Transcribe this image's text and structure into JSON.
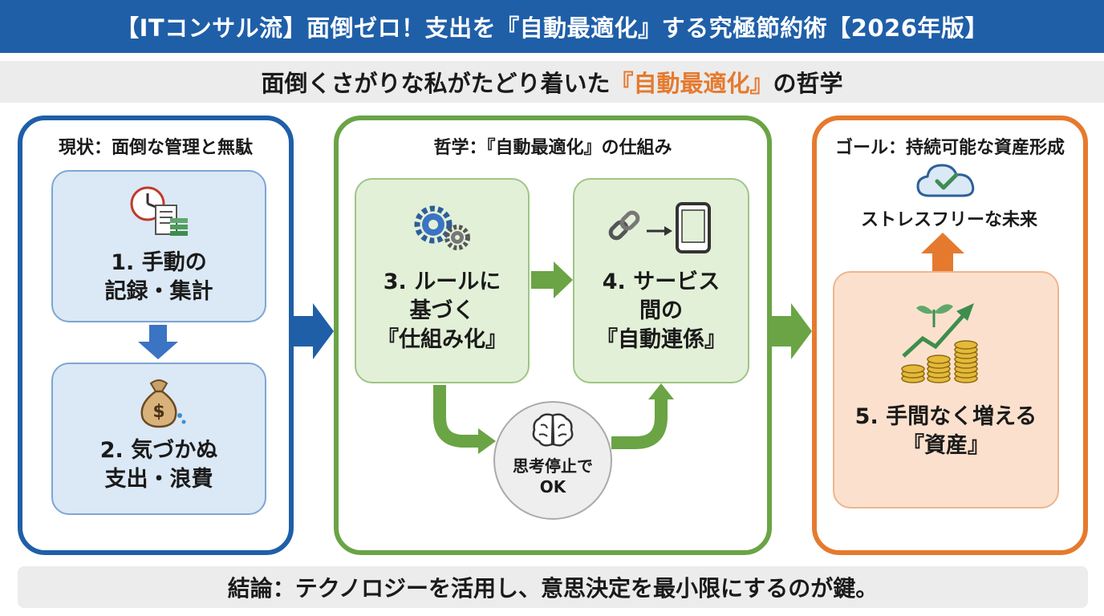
{
  "title": "【ITコンサル流】面倒ゼロ！支出を『自動最適化』する究極節約術【2026年版】",
  "subtitle": {
    "before": "面倒くさがりな私がたどり着いた",
    "highlight": "『自動最適化』",
    "after": "の哲学"
  },
  "sections": {
    "current": {
      "title": "現状：面倒な管理と無駄",
      "step1": {
        "line1": "1. 手動の",
        "line2": "記録・集計",
        "icon": "clock-document-icon"
      },
      "step2": {
        "line1": "2. 気づかぬ",
        "line2": "支出・浪費",
        "icon": "money-bag-icon"
      }
    },
    "philosophy": {
      "title": "哲学：『自動最適化』の仕組み",
      "step3": {
        "line1": "3. ルールに",
        "line2": "基づく",
        "line3": "『仕組み化』",
        "icon": "gears-icon"
      },
      "step4": {
        "line1": "4. サービス",
        "line2": "間の",
        "line3": "『自動連係』",
        "icon": "link-phone-icon"
      },
      "brain": {
        "line1": "思考停止で",
        "line2": "OK",
        "icon": "brain-icon"
      }
    },
    "goal": {
      "title": "ゴール：持続可能な資産形成",
      "future": "ストレスフリーな未来",
      "step5": {
        "line1": "5. 手間なく増える",
        "line2": "『資産』",
        "icon": "growth-coins-icon"
      }
    }
  },
  "conclusion": "結論：テクノロジーを活用し、意思決定を最小限にするのが鍵。",
  "colors": {
    "blue": "#1f5fa8",
    "green": "#6aa445",
    "orange": "#e57a2e"
  }
}
